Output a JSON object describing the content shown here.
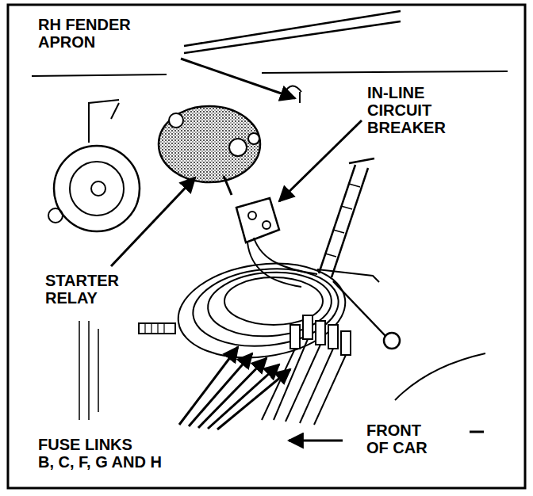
{
  "diagram": {
    "labels": [
      "RH FENDER APRON",
      "IN-LINE CIRCUIT BREAKER",
      "STARTER RELAY",
      "FUSE LINKS B, C, F, G AND H",
      "FRONT OF CAR"
    ]
  }
}
